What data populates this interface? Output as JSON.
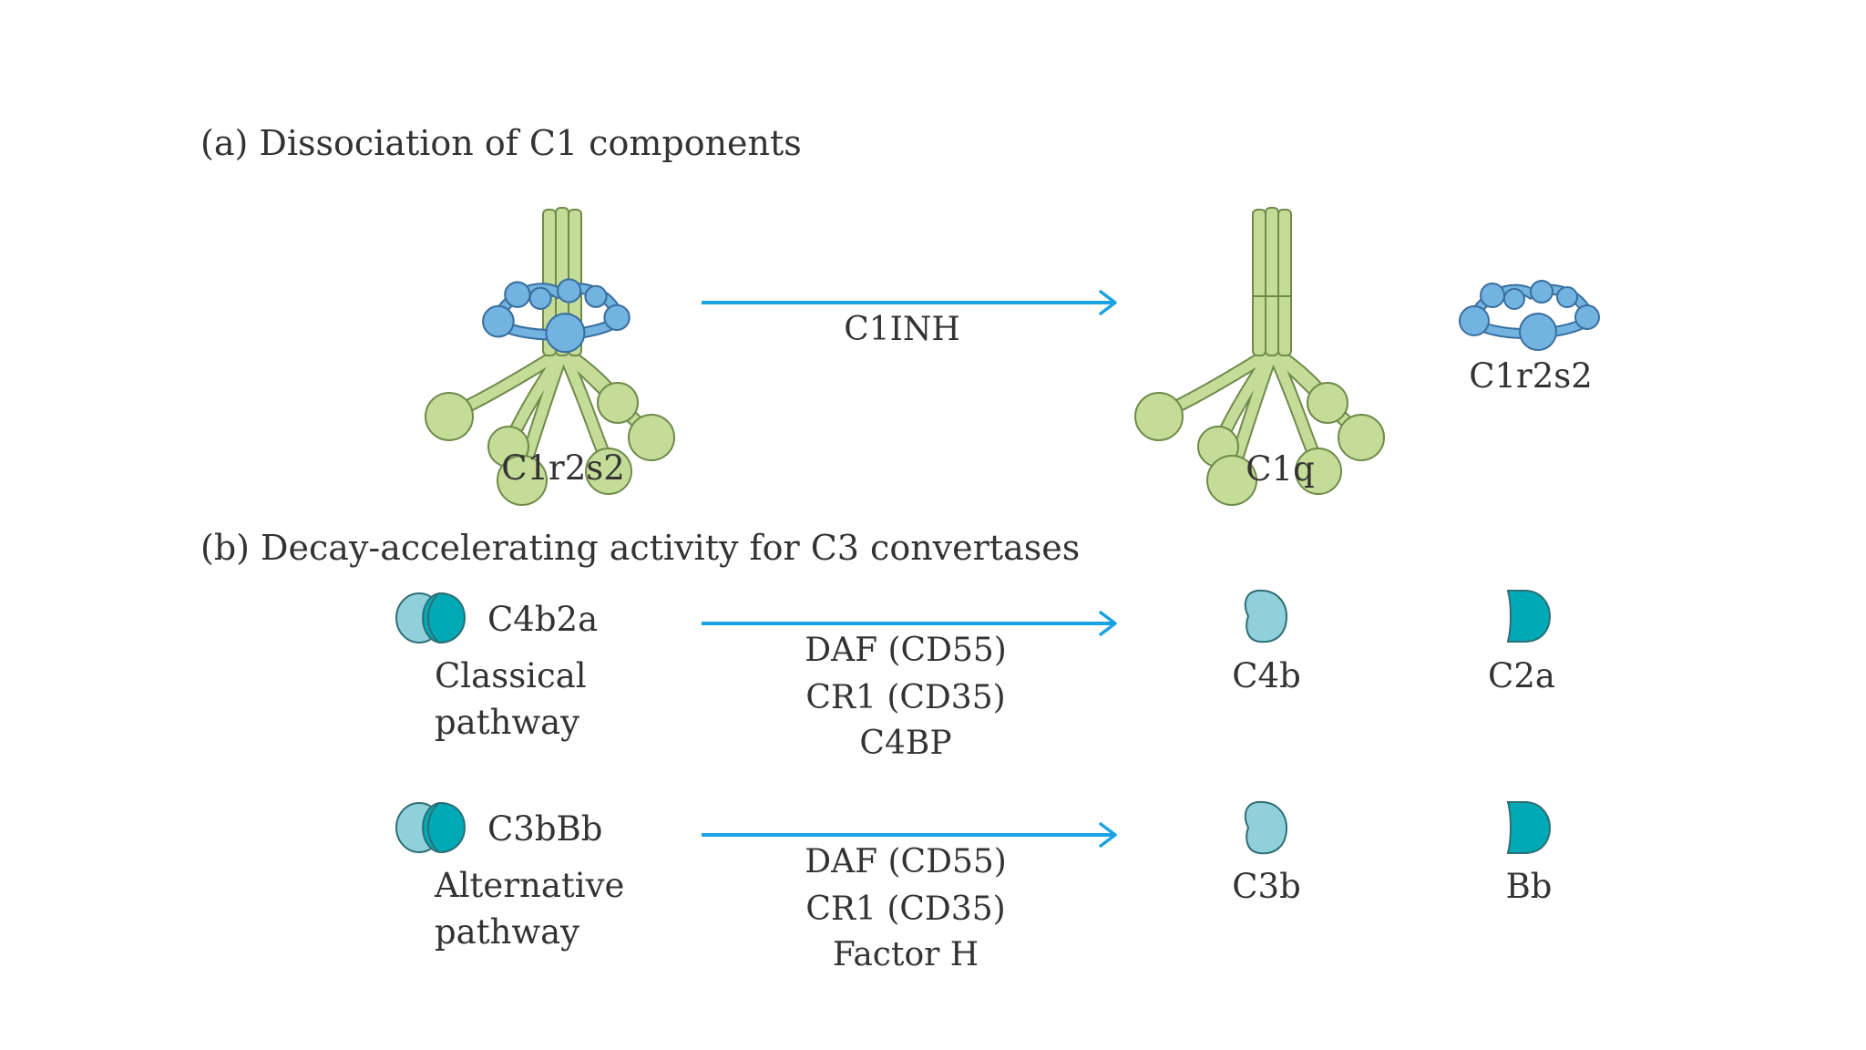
{
  "section_a": {
    "title": "(a) Dissociation of C1 components",
    "left_label": "C1r2s2",
    "arrow_label": "C1INH",
    "product_label": "C1q",
    "released_label": "C1r2s2"
  },
  "section_b": {
    "title": "(b) Decay-accelerating activity for C3 convertases",
    "rows": [
      {
        "complex": "C4b2a",
        "pathway_line1": "Classical",
        "pathway_line2": "pathway",
        "regulators": [
          "DAF (CD55)",
          "CR1 (CD35)",
          "C4BP"
        ],
        "product_light": "C4b",
        "product_dark": "C2a"
      },
      {
        "complex": "C3bBb",
        "pathway_line1": "Alternative",
        "pathway_line2": "pathway",
        "regulators": [
          "DAF (CD55)",
          "CR1 (CD35)",
          "Factor H"
        ],
        "product_light": "C3b",
        "product_dark": "Bb"
      }
    ]
  },
  "colors": {
    "arrow": "#1aa3e0",
    "c1q_green": "#c4dc98",
    "c1q_stroke": "#6f8a4a",
    "c1rs_blue": "#72b3e2",
    "c1rs_stroke": "#3a6f9e",
    "light_teal": "#8fd1da",
    "dark_teal": "#00a9b5",
    "teal_stroke": "#2f6e75"
  }
}
